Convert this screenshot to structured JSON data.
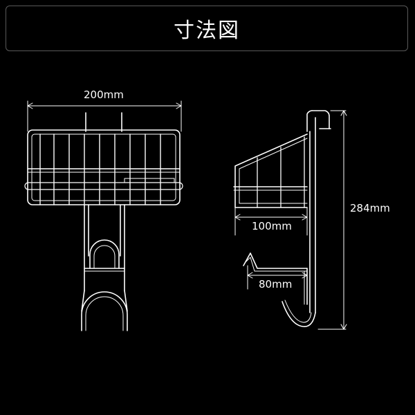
{
  "header": {
    "title": "寸法図"
  },
  "dimensions": {
    "width": "200mm",
    "height": "284mm",
    "depth_top": "100mm",
    "depth_bottom": "80mm"
  },
  "colors": {
    "background": "#000000",
    "line": "#ffffff",
    "frame": "#5a5a5a"
  }
}
